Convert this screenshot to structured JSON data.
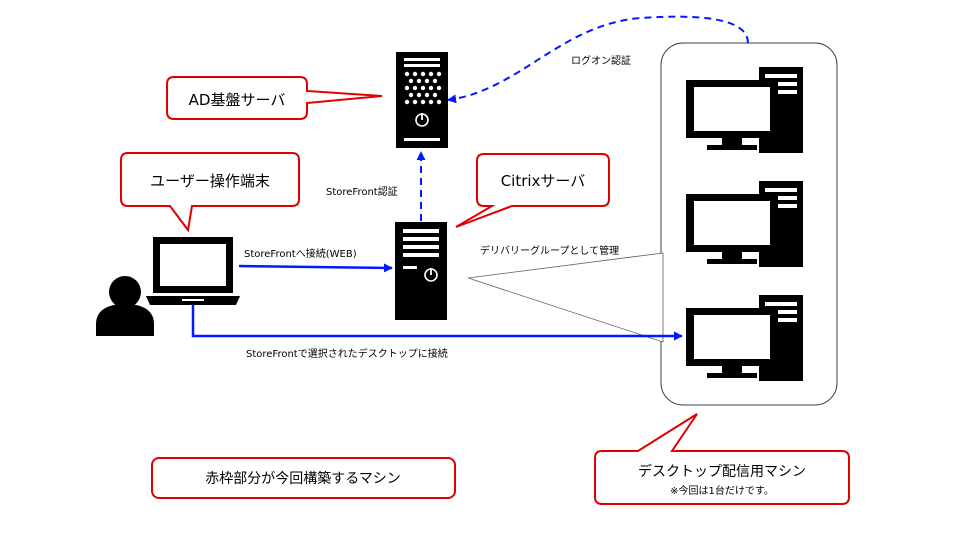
{
  "callouts": {
    "ad_server": "AD基盤サーバ",
    "user_terminal": "ユーザー操作端末",
    "citrix_server": "Citrixサーバ",
    "build_target_note": "赤枠部分が今回構築するマシン",
    "vda_machine": "デスクトップ配信用マシン",
    "vda_note": "※今回は1台だけです。"
  },
  "connectors": {
    "logon_auth": "ログオン認証",
    "storefront_auth": "StoreFront認証",
    "storefront_connect": "StoreFrontへ接続(WEB)",
    "delivery_group": "デリバリーグループとして管理",
    "desktop_connect": "StoreFrontで選択されたデスクトップに接続"
  },
  "colors": {
    "callout_border": "#e00000",
    "arrow_blue": "#0019ff",
    "device_fill": "#000000"
  },
  "icons": {
    "user": "person-icon",
    "terminal": "laptop-icon",
    "ad_server": "server-tower-icon",
    "citrix_server": "server-tower-icon",
    "vda": "desktop-pc-icon"
  }
}
